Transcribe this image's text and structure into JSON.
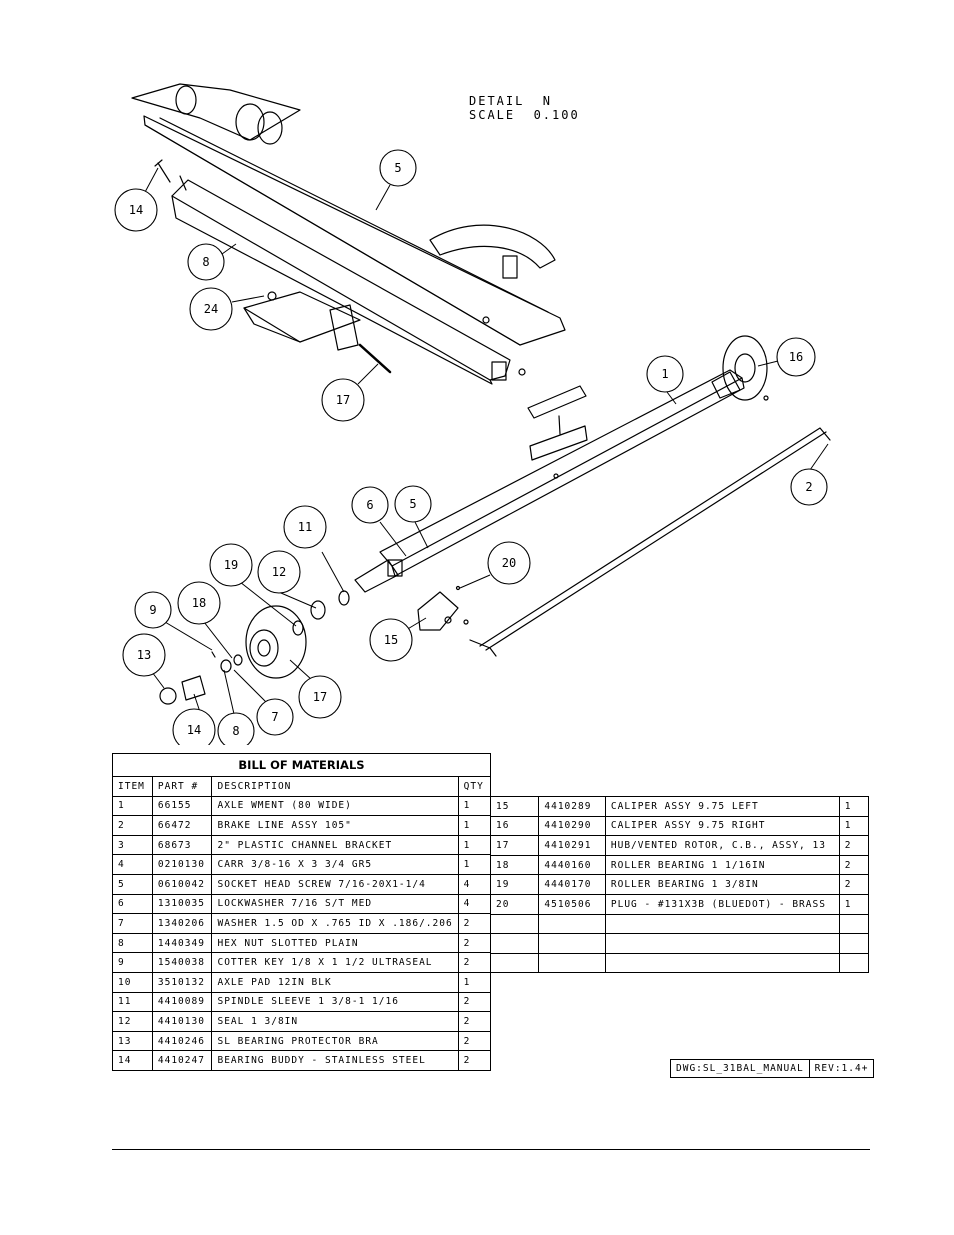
{
  "detail": {
    "line1": "DETAIL  N",
    "line2": "SCALE  0.100"
  },
  "callouts": [
    {
      "id": "c-5a",
      "label": "5"
    },
    {
      "id": "c-14a",
      "label": "14"
    },
    {
      "id": "c-8a",
      "label": "8"
    },
    {
      "id": "c-24",
      "label": "24"
    },
    {
      "id": "c-17a",
      "label": "17"
    },
    {
      "id": "c-1",
      "label": "1"
    },
    {
      "id": "c-16",
      "label": "16"
    },
    {
      "id": "c-2",
      "label": "2"
    },
    {
      "id": "c-6",
      "label": "6"
    },
    {
      "id": "c-5b",
      "label": "5"
    },
    {
      "id": "c-11",
      "label": "11"
    },
    {
      "id": "c-20",
      "label": "20"
    },
    {
      "id": "c-19",
      "label": "19"
    },
    {
      "id": "c-12",
      "label": "12"
    },
    {
      "id": "c-9",
      "label": "9"
    },
    {
      "id": "c-18",
      "label": "18"
    },
    {
      "id": "c-15",
      "label": "15"
    },
    {
      "id": "c-13",
      "label": "13"
    },
    {
      "id": "c-17b",
      "label": "17"
    },
    {
      "id": "c-7",
      "label": "7"
    },
    {
      "id": "c-14b",
      "label": "14"
    },
    {
      "id": "c-8b",
      "label": "8"
    }
  ],
  "bom": {
    "title": "BILL OF MATERIALS",
    "headers": [
      "ITEM",
      "PART #",
      "DESCRIPTION",
      "QTY"
    ],
    "left_rows": [
      [
        "1",
        "66155",
        "AXLE WMENT (80 WIDE)",
        "1"
      ],
      [
        "2",
        "66472",
        "BRAKE LINE ASSY 105\"",
        "1"
      ],
      [
        "3",
        "68673",
        "2\" PLASTIC CHANNEL BRACKET",
        "1"
      ],
      [
        "4",
        "0210130",
        "CARR 3/8-16 X 3 3/4 GR5",
        "1"
      ],
      [
        "5",
        "0610042",
        "SOCKET HEAD SCREW 7/16-20X1-1/4",
        "4"
      ],
      [
        "6",
        "1310035",
        "LOCKWASHER 7/16 S/T MED",
        "4"
      ],
      [
        "7",
        "1340206",
        "WASHER 1.5 OD X .765 ID X .186/.206",
        "2"
      ],
      [
        "8",
        "1440349",
        "HEX NUT SLOTTED PLAIN",
        "2"
      ],
      [
        "9",
        "1540038",
        "COTTER KEY 1/8 X 1 1/2 ULTRASEAL",
        "2"
      ],
      [
        "10",
        "3510132",
        "AXLE PAD 12IN  BLK",
        "1"
      ],
      [
        "11",
        "4410089",
        "SPINDLE SLEEVE  1 3/8-1 1/16",
        "2"
      ],
      [
        "12",
        "4410130",
        "SEAL  1 3/8IN",
        "2"
      ],
      [
        "13",
        "4410246",
        "SL BEARING PROTECTOR BRA",
        "2"
      ],
      [
        "14",
        "4410247",
        "BEARING BUDDY - STAINLESS STEEL",
        "2"
      ]
    ],
    "right_rows": [
      [
        "15",
        "4410289",
        "CALIPER ASSY 9.75 LEFT",
        "1"
      ],
      [
        "16",
        "4410290",
        "CALIPER ASSY 9.75 RIGHT",
        "1"
      ],
      [
        "17",
        "4410291",
        "HUB/VENTED ROTOR, C.B., ASSY, 13",
        "2"
      ],
      [
        "18",
        "4440160",
        "ROLLER BEARING   1 1/16IN",
        "2"
      ],
      [
        "19",
        "4440170",
        "ROLLER BEARING   1 3/8IN",
        "2"
      ],
      [
        "20",
        "4510506",
        "PLUG - #131X3B (BLUEDOT) - BRASS",
        "1"
      ],
      [
        "",
        "",
        "",
        ""
      ],
      [
        "",
        "",
        "",
        ""
      ],
      [
        "",
        "",
        "",
        ""
      ]
    ]
  },
  "drawing_number": {
    "dwg": "DWG:SL_31BAL_MANUAL",
    "rev": "REV:1.4+"
  }
}
